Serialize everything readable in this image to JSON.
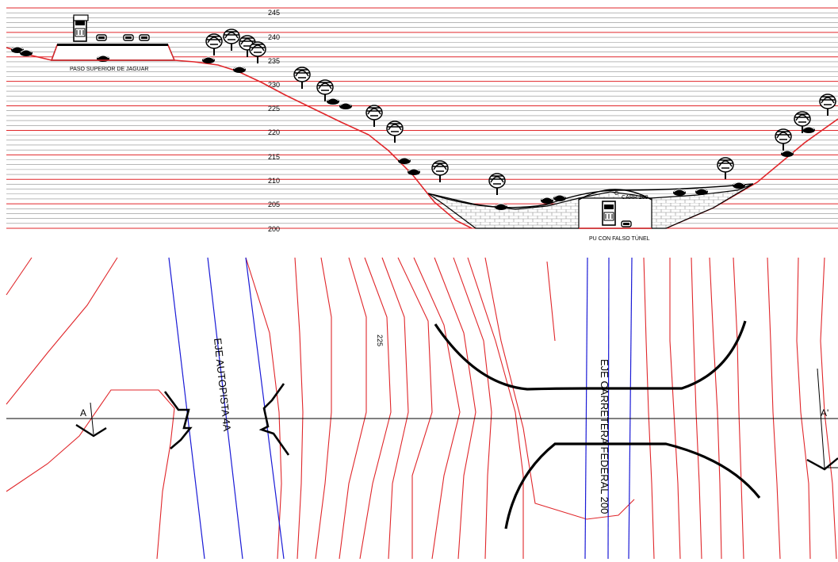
{
  "profile": {
    "elevation_labels": [
      "245",
      "240",
      "235",
      "230",
      "225",
      "220",
      "215",
      "210",
      "205",
      "200"
    ],
    "overpass_label": "PASO SUPERIOR  DE JAGUAR",
    "road_label": "CARR 200",
    "road_centerline_mark": "C",
    "underpass_label": "PU CON FALSO TÚNEL"
  },
  "plan": {
    "contour_label": "225",
    "axis_autopista": "EJE AUTOPISTA 4A",
    "axis_carretera": "EJE CARRETERA FEDERAL 200",
    "section_start": "A",
    "section_end": "A'"
  },
  "colors": {
    "grid_gray": "#8c8c8c",
    "grid_red": "#e0262a",
    "terrain_red": "#e0262a",
    "contour_red": "#e0262a",
    "axis_blue": "#1a1ad6",
    "ink": "#000000"
  }
}
